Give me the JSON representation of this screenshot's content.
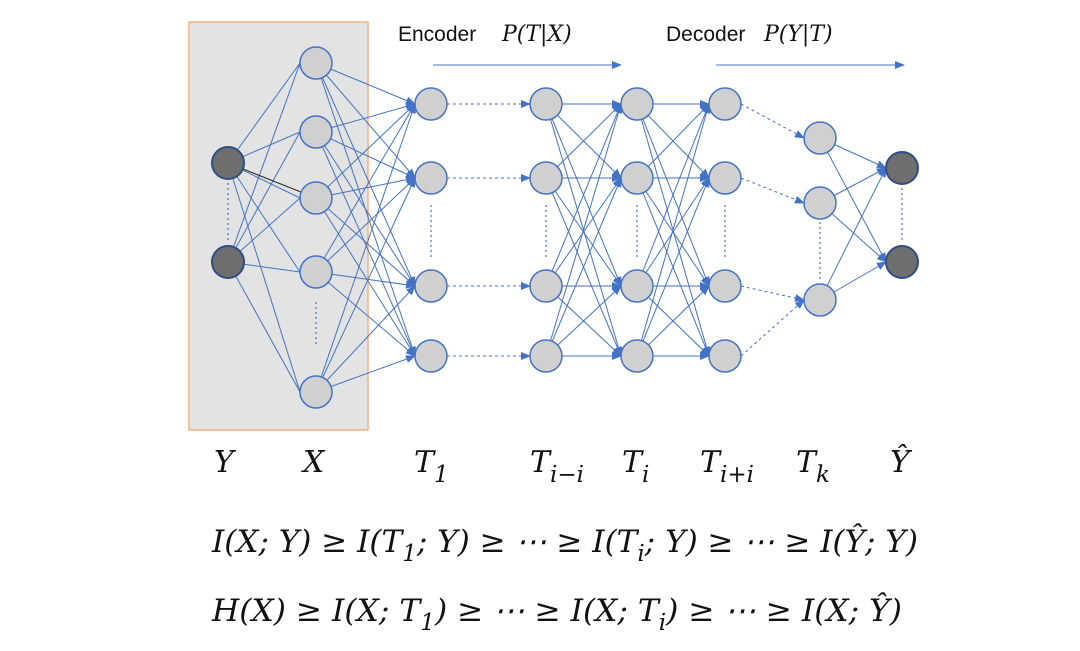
{
  "header": {
    "encoder_label": "Encoder",
    "encoder_formula": "P(T|X)",
    "decoder_label": "Decoder",
    "decoder_formula": "P(Y|T)"
  },
  "layer_labels": {
    "y": "Y",
    "x": "X",
    "t1_base": "T",
    "t1_sub": "1",
    "tim_base": "T",
    "tim_sub": "i−i",
    "ti_base": "T",
    "ti_sub": "i",
    "tip_base": "T",
    "tip_sub": "i+i",
    "tk_base": "T",
    "tk_sub": "k",
    "yhat": "Ŷ"
  },
  "equations": {
    "line1": {
      "a": "I(X; Y) ≥ I(T",
      "sub1": "1",
      "b": "; Y) ≥ ⋯ ≥ I(T",
      "sub2": "i",
      "c": "; Y) ≥ ⋯ ≥ I(Ŷ; Y)"
    },
    "line2": {
      "a": "H(X) ≥ I(X; T",
      "sub1": "1",
      "b": ") ≥ ⋯ ≥ I(X; T",
      "sub2": "i",
      "c": ") ≥ ⋯ ≥ I(X; Ŷ)"
    }
  },
  "colors": {
    "edge": "#4472C4",
    "node_fill": "#D0D0D0",
    "dark_node_fill": "#6E6E6E",
    "highlight_fill": "#E3E3E3",
    "highlight_border": "#F4B183"
  }
}
